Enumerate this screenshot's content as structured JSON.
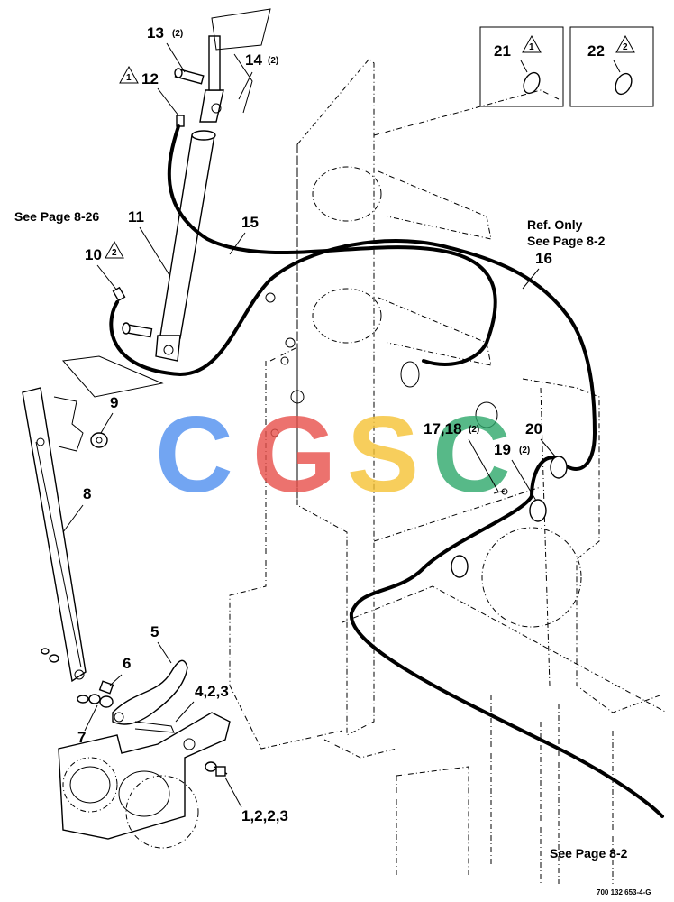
{
  "callouts": {
    "c1": "1,2,2,3",
    "c4": "4,2,3",
    "c5": "5",
    "c6": "6",
    "c7": "7",
    "c8": "8",
    "c9": "9",
    "c10": "10",
    "c11": "11",
    "c12": "12",
    "c13": "13",
    "c14": "14",
    "c15": "15",
    "c16": "16",
    "c17": "17,18",
    "c19": "19",
    "c20": "20",
    "c21": "21",
    "c22": "22"
  },
  "qty": {
    "q13": "(2)",
    "q14": "(2)",
    "q17": "(2)",
    "q19": "(2)"
  },
  "triangles": {
    "t1": "1",
    "t2": "2",
    "t10": "2",
    "t12": "1"
  },
  "notes": {
    "see_826": "See Page 8-26",
    "ref_only": "Ref. Only",
    "see_82_top": "See Page 8-2",
    "see_82_bottom": "See Page 8-2"
  },
  "watermark": {
    "letters": [
      "C",
      "G",
      "S",
      "C"
    ],
    "colors": [
      "#4f8ff0",
      "#e8504a",
      "#f6c334",
      "#2ea86b"
    ]
  },
  "doc_number": "700 132 653-4-G"
}
